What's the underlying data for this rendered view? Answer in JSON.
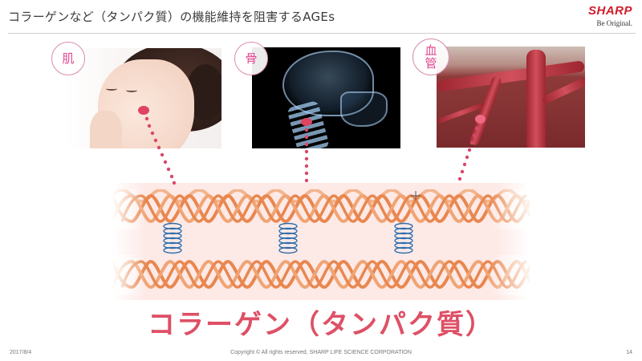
{
  "header": {
    "title": "コラーゲンなど（タンパク質）の機能維持を阻害するAGEs",
    "logo": {
      "brand": "SHARP",
      "tagline": "Be Original."
    }
  },
  "panels": [
    {
      "id": "skin",
      "label": "肌",
      "image": "woman-face-photo"
    },
    {
      "id": "bone",
      "label": "骨",
      "image": "skull-xray-photo"
    },
    {
      "id": "vessel",
      "label_lines": [
        "血",
        "管"
      ],
      "image": "blood-vessel-photo"
    }
  ],
  "diagram": {
    "caption": "コラーゲン（タンパク質）",
    "strand_color": "#e8874f",
    "crosslink_color": "#2e6fae",
    "band_color": "#fde9e6",
    "marker_color": "#e04460",
    "crosslinks": 3
  },
  "footer": {
    "date": "2017/8/4",
    "copyright": "Copyright © All rights reserved, SHARP LIFE SCIENCE CORPORATION",
    "page": "14"
  },
  "colors": {
    "accent": "#de5066",
    "label": "#e0468f",
    "brand": "#d01c2a"
  }
}
